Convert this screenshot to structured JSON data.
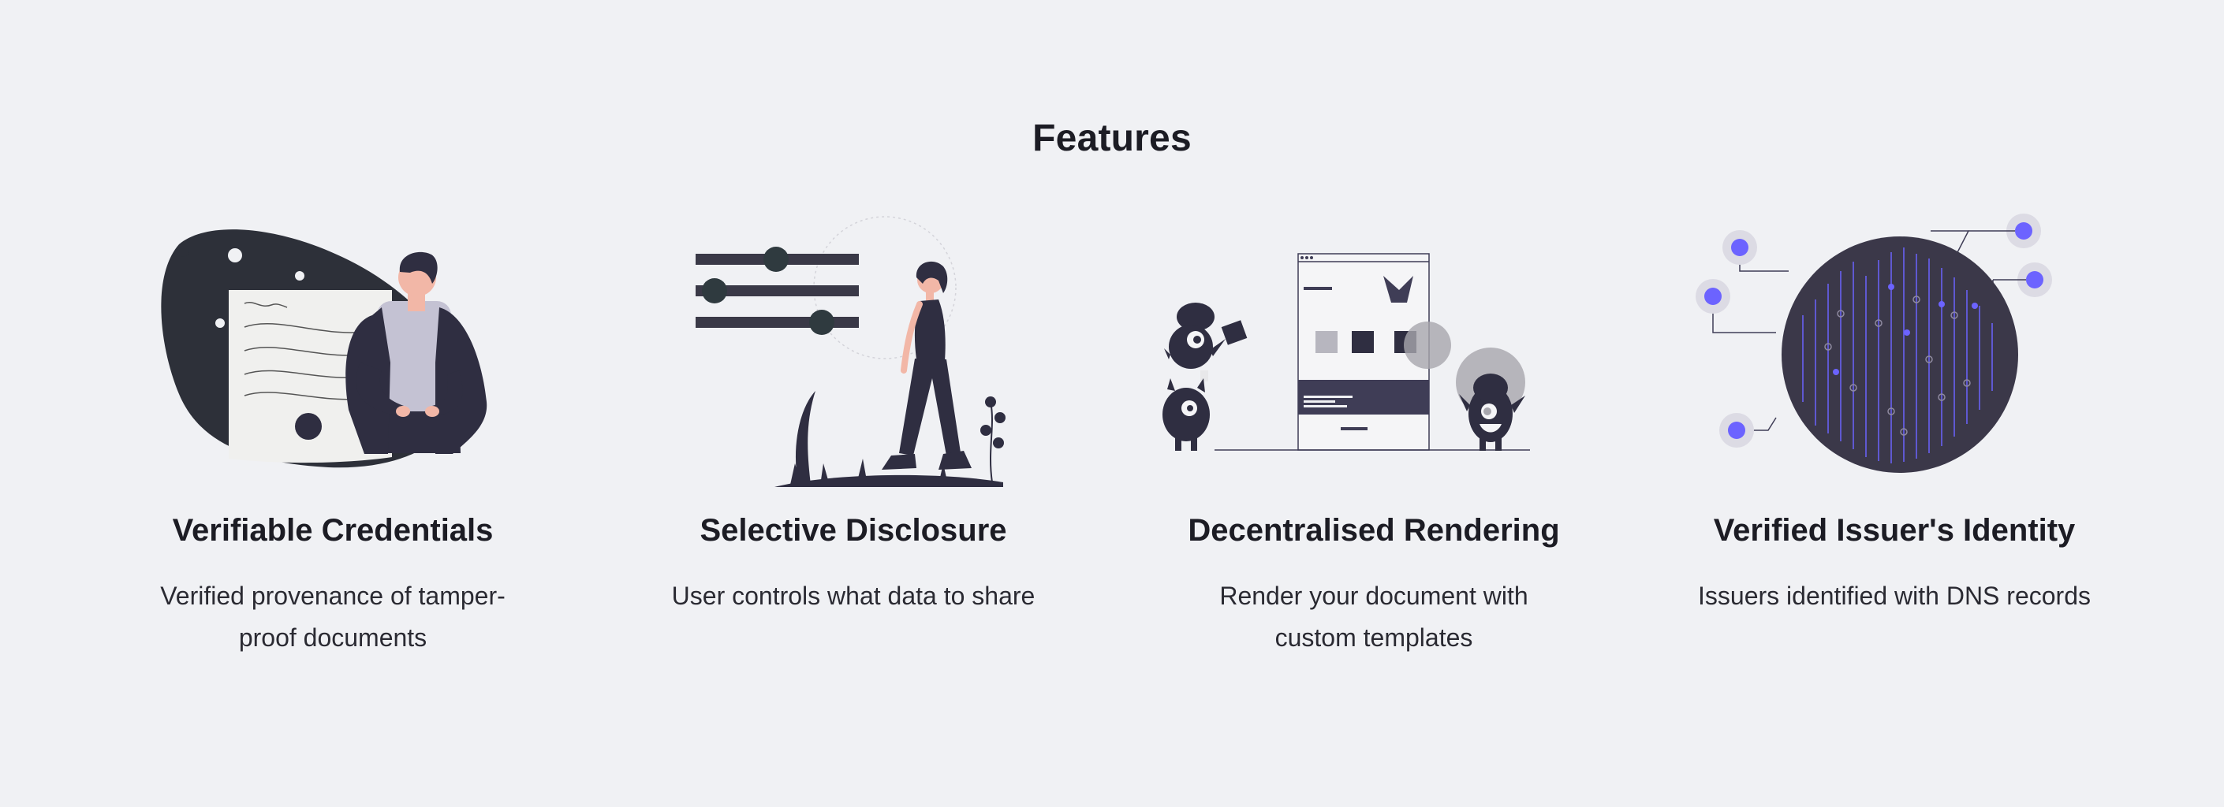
{
  "section": {
    "title": "Features"
  },
  "features": [
    {
      "title": "Verifiable Credentials",
      "description": "Verified provenance of tamper-proof documents",
      "illustration": "certificate-person-illustration"
    },
    {
      "title": "Selective Disclosure",
      "description": "User controls what data to share",
      "illustration": "sliders-woman-illustration"
    },
    {
      "title": "Decentralised Rendering",
      "description": "Render your document with custom templates",
      "illustration": "monsters-template-illustration"
    },
    {
      "title": "Verified Issuer's Identity",
      "description": "Issuers identified with DNS records",
      "illustration": "circuit-globe-illustration"
    }
  ],
  "colors": {
    "background": "#f0f1f4",
    "text": "#1c1c24",
    "dark_figure": "#2f2e41",
    "accent": "#6c63ff",
    "skin": "#f2b7a7"
  }
}
